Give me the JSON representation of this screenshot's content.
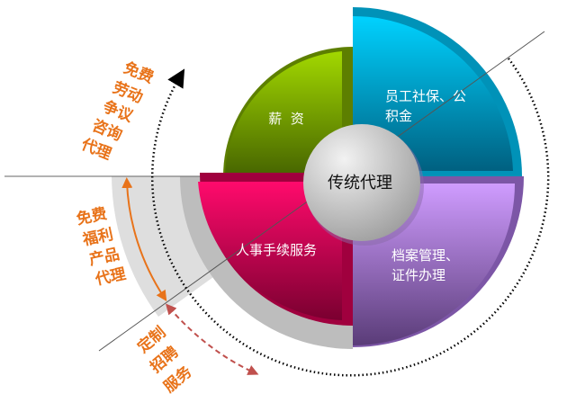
{
  "diagram": {
    "center": "传统代理",
    "quadrants": [
      {
        "name": "salary",
        "label": "薪  资",
        "color": "#8bbd00"
      },
      {
        "name": "social-insurance",
        "lines": [
          "员工社保、公",
          "积金"
        ],
        "color": "#00c8f5"
      },
      {
        "name": "hr-procedures",
        "label": "人事手续服务",
        "color": "#e0005a"
      },
      {
        "name": "archives",
        "lines": [
          "档案管理、",
          "证件办理"
        ],
        "color": "#b48be6"
      }
    ],
    "outer_services": [
      {
        "name": "labor-dispute",
        "lines": [
          "免费",
          "劳动",
          "争议",
          "咨询",
          "代理"
        ]
      },
      {
        "name": "welfare-products",
        "lines": [
          "免费",
          "福利",
          "产品",
          "代理"
        ]
      },
      {
        "name": "recruitment",
        "lines": [
          "定制",
          "招聘",
          "服务"
        ]
      }
    ],
    "accent_color": "#e8731a"
  }
}
